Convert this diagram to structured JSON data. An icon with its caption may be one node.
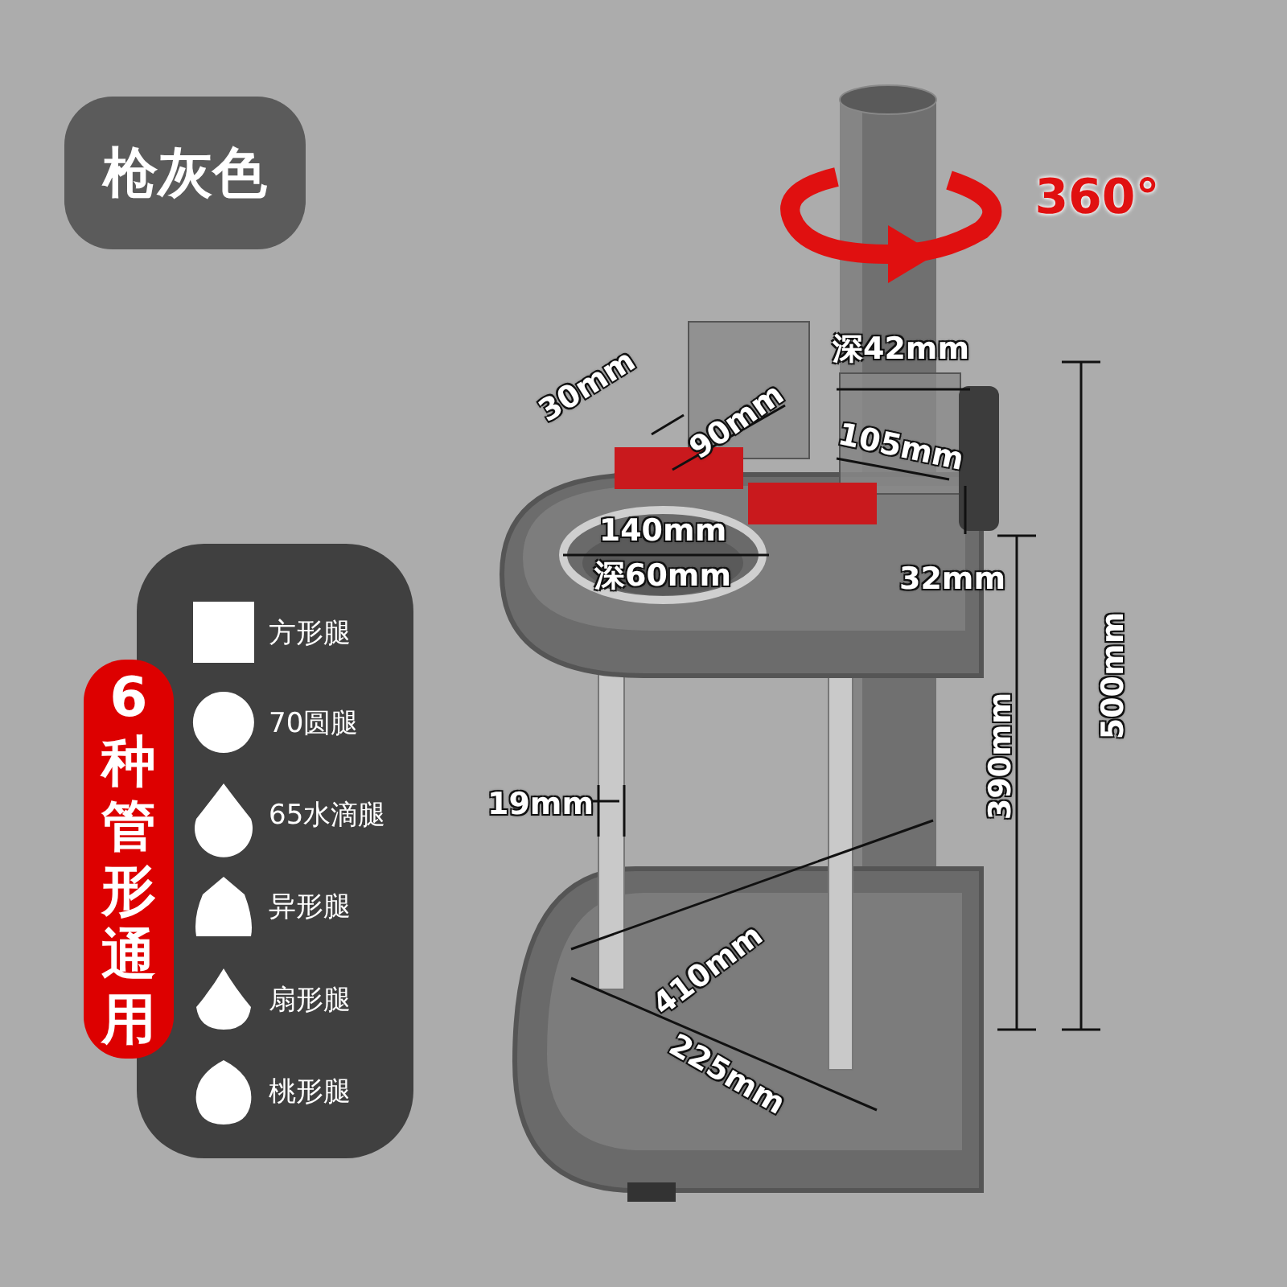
{
  "diagram": {
    "nodes": [
      {
        "text": [
          "枪灰色"
        ]
      },
      {
        "text": [
          "6种管形通用"
        ]
      }
    ],
    "edges": [],
    "labels": [
      "360°",
      "深42mm",
      "30mm",
      "90mm",
      "105mm",
      "140mm",
      "深60mm",
      "32mm",
      "500mm",
      "390mm",
      "19mm",
      "410mm",
      "225mm"
    ],
    "legend": [
      {
        "text": "方形腿"
      },
      {
        "text": "70圆腿"
      },
      {
        "text": "65水滴腿"
      },
      {
        "text": "异形腿"
      },
      {
        "text": "扇形腿"
      },
      {
        "text": "桃形腿"
      }
    ]
  }
}
